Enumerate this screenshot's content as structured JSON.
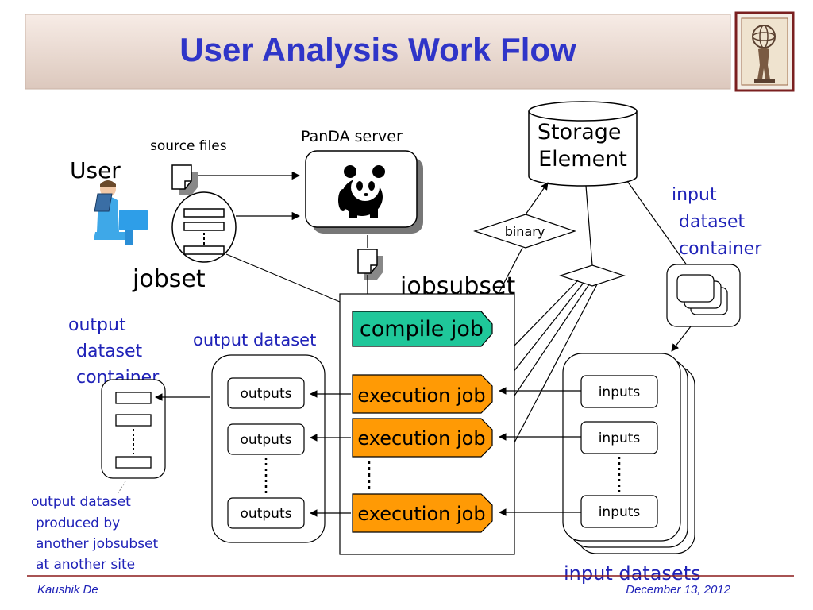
{
  "title": "User Analysis Work Flow",
  "labels": {
    "user": "User",
    "source_files": "source files",
    "panda_server": "PanDA server",
    "storage_element_line1": "Storage",
    "storage_element_line2": "Element",
    "binary": "binary",
    "jobset": "jobset",
    "jobsubset": "jobsubset",
    "compile_job": "compile job",
    "execution_job": "execution job",
    "outputs": "outputs",
    "inputs": "inputs",
    "output_dataset": "output dataset",
    "input_datasets": "input datasets",
    "input_container": [
      "input",
      "dataset",
      "container"
    ],
    "output_container": [
      "output",
      "dataset",
      "container"
    ],
    "produced_note": [
      "output dataset",
      "produced by",
      "another jobsubset",
      "at another site"
    ]
  },
  "footer": {
    "author": "Kaushik De",
    "date": "December 13, 2012"
  },
  "colors": {
    "title": "#2f35c8",
    "compile_job": "#1fc79a",
    "execution_job": "#ff9a05",
    "annotation_text": "#1f22b8",
    "footer_rule": "#8b1a1a"
  },
  "icons": [
    "user-at-laptop-icon",
    "panda-logo-icon",
    "atlas-logo-icon",
    "document-icon"
  ]
}
